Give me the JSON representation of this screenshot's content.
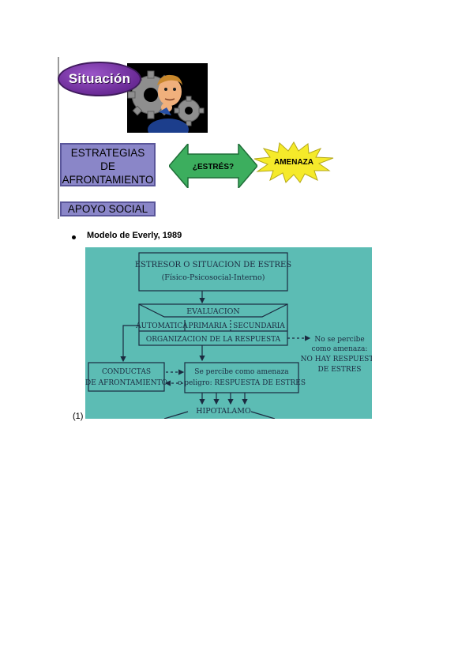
{
  "figure1": {
    "situacion": "Situación",
    "estrategias": [
      "ESTRATEGIAS",
      "DE",
      "AFRONTAMIENTO"
    ],
    "estres": "¿ESTRÉS?",
    "amenaza": "AMENAZA",
    "apoyo": "APOYO SOCIAL",
    "colors": {
      "purple": "#6a2a96",
      "lavender": "#8a86c8",
      "green": "#3cae5e",
      "yellow": "#f5ea2a"
    }
  },
  "bullet": {
    "text": "Modelo de Everly, 1989"
  },
  "diagram": {
    "estresor_line1": "ESTRESOR O SITUACION DE ESTRES",
    "estresor_line2": "(Físico-Psicosocial-Interno)",
    "evaluacion": "EVALUACION",
    "automatica": "AUTOMATICA",
    "primaria": "PRIMARIA",
    "secundaria": "SECUNDARIA",
    "organizacion": "ORGANIZACION DE LA RESPUESTA",
    "no_percibe": [
      "No se percibe",
      "como amenaza:",
      "NO HAY RESPUESTA",
      "DE ESTRES"
    ],
    "conductas": [
      "CONDUCTAS",
      "DE AFRONTAMIENTO"
    ],
    "se_percibe": [
      "Se percibe como amenaza",
      "o peligro: RESPUESTA DE ESTRES"
    ],
    "hipotalamo": "HIPOTALAMO",
    "background": "#5cbcb4"
  },
  "reference": "(1)"
}
